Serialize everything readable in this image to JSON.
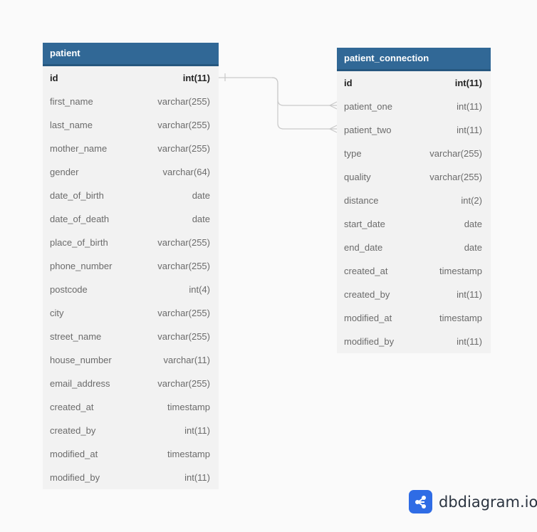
{
  "diagram": {
    "tables": [
      {
        "name": "patient",
        "fields": [
          {
            "name": "id",
            "type": "int(11)",
            "pk": true
          },
          {
            "name": "first_name",
            "type": "varchar(255)"
          },
          {
            "name": "last_name",
            "type": "varchar(255)"
          },
          {
            "name": "mother_name",
            "type": "varchar(255)"
          },
          {
            "name": "gender",
            "type": "varchar(64)"
          },
          {
            "name": "date_of_birth",
            "type": "date"
          },
          {
            "name": "date_of_death",
            "type": "date"
          },
          {
            "name": "place_of_birth",
            "type": "varchar(255)"
          },
          {
            "name": "phone_number",
            "type": "varchar(255)"
          },
          {
            "name": "postcode",
            "type": "int(4)"
          },
          {
            "name": "city",
            "type": "varchar(255)"
          },
          {
            "name": "street_name",
            "type": "varchar(255)"
          },
          {
            "name": "house_number",
            "type": "varchar(11)"
          },
          {
            "name": "email_address",
            "type": "varchar(255)"
          },
          {
            "name": "created_at",
            "type": "timestamp"
          },
          {
            "name": "created_by",
            "type": "int(11)"
          },
          {
            "name": "modified_at",
            "type": "timestamp"
          },
          {
            "name": "modified_by",
            "type": "int(11)"
          }
        ]
      },
      {
        "name": "patient_connection",
        "fields": [
          {
            "name": "id",
            "type": "int(11)",
            "pk": true
          },
          {
            "name": "patient_one",
            "type": "int(11)"
          },
          {
            "name": "patient_two",
            "type": "int(11)"
          },
          {
            "name": "type",
            "type": "varchar(255)"
          },
          {
            "name": "quality",
            "type": "varchar(255)"
          },
          {
            "name": "distance",
            "type": "int(2)"
          },
          {
            "name": "start_date",
            "type": "date"
          },
          {
            "name": "end_date",
            "type": "date"
          },
          {
            "name": "created_at",
            "type": "timestamp"
          },
          {
            "name": "created_by",
            "type": "int(11)"
          },
          {
            "name": "modified_at",
            "type": "timestamp"
          },
          {
            "name": "modified_by",
            "type": "int(11)"
          }
        ]
      }
    ],
    "relations": [
      {
        "from": "patient.id",
        "to": "patient_connection.patient_one",
        "cardinality": "one-to-many"
      },
      {
        "from": "patient.id",
        "to": "patient_connection.patient_two",
        "cardinality": "one-to-many"
      }
    ]
  },
  "colors": {
    "header": "#316896",
    "table_body": "#f2f2f2",
    "connector": "#c9c9c9",
    "brand": "#2f6ce5"
  },
  "brand": {
    "name": "dbdiagram.io",
    "icon": "share-nodes-icon"
  }
}
